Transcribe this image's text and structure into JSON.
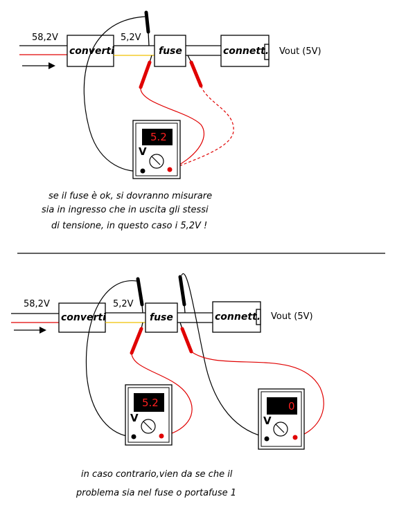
{
  "top": {
    "input_voltage": "58,2V",
    "mid_voltage": "5,2V",
    "converter_label": "converti",
    "fuse_label": "fuse",
    "connector_label": "connett.",
    "vout_label": "Vout (5V)",
    "meter": {
      "value": "5.2",
      "mode": "V"
    },
    "caption": [
      "se il fuse è ok, si dovranno misurare",
      "sia in ingresso che in uscita gli stessi",
      "di tensione, in questo caso i 5,2V !"
    ]
  },
  "bottom": {
    "input_voltage": "58,2V",
    "mid_voltage": "5,2V",
    "converter_label": "converti",
    "fuse_label": "fuse",
    "connector_label": "connett.",
    "vout_label": "Vout (5V)",
    "meter_left": {
      "value": "5.2",
      "mode": "V"
    },
    "meter_right": {
      "value": "0",
      "mode": "V"
    },
    "caption": [
      "in caso contrario,vien da se che il",
      "problema sia nel fuse o portafuse 1"
    ]
  },
  "colors": {
    "wire_black": "#000000",
    "wire_red": "#e00000",
    "wire_yellow": "#f0c000",
    "display_bg": "#000000",
    "display_text": "#ff2020"
  }
}
